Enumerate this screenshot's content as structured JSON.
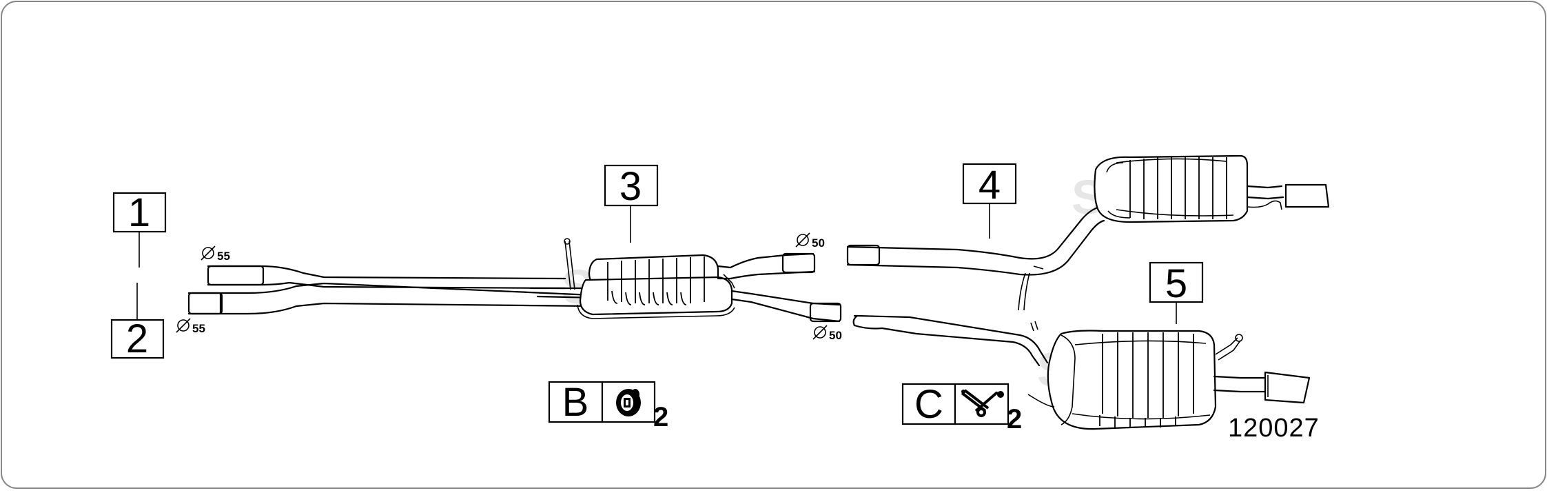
{
  "callouts": {
    "c1": "1",
    "c2": "2",
    "c3": "3",
    "c4": "4",
    "c5": "5"
  },
  "diameters": {
    "inlet_upper": "55",
    "inlet_lower": "55",
    "outlet_upper": "50",
    "outlet_lower": "50"
  },
  "kits": {
    "b_letter": "B",
    "b_qty": "2",
    "b_icon": "rubber-hanger-icon",
    "c_letter": "C",
    "c_qty": "2",
    "c_icon": "bracket-clamp-icon"
  },
  "drawing_number": "120027"
}
